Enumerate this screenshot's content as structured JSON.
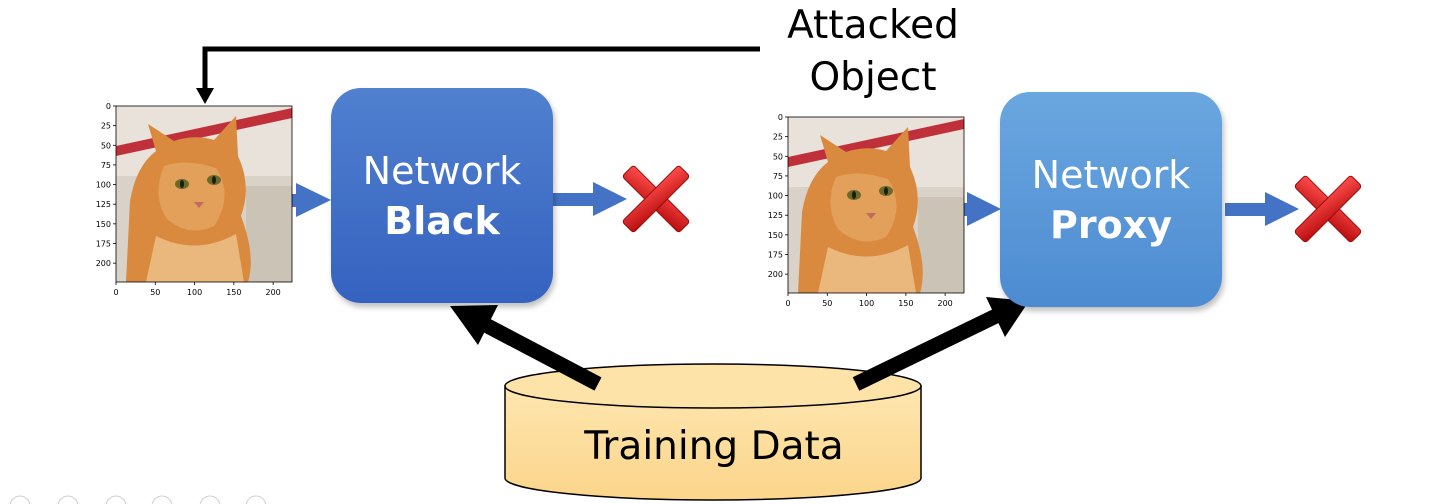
{
  "attacked_label_line1": "Attacked",
  "attacked_label_line2": "Object",
  "network_black": {
    "line1": "Network",
    "line2": "Black"
  },
  "network_proxy": {
    "line1": "Network",
    "line2": "Proxy"
  },
  "training_data_label": "Training Data",
  "plot_y_ticks": [
    "0",
    "25",
    "50",
    "75",
    "100",
    "125",
    "150",
    "175",
    "200"
  ],
  "plot_x_ticks": [
    "0",
    "50",
    "100",
    "150",
    "200"
  ],
  "colors": {
    "arrow_blue": "#4472c4",
    "cross_red": "#e02020",
    "cylinder_fill": "#fdd88e",
    "network_black": "#3f6cc6",
    "network_proxy": "#5b9bd9"
  }
}
